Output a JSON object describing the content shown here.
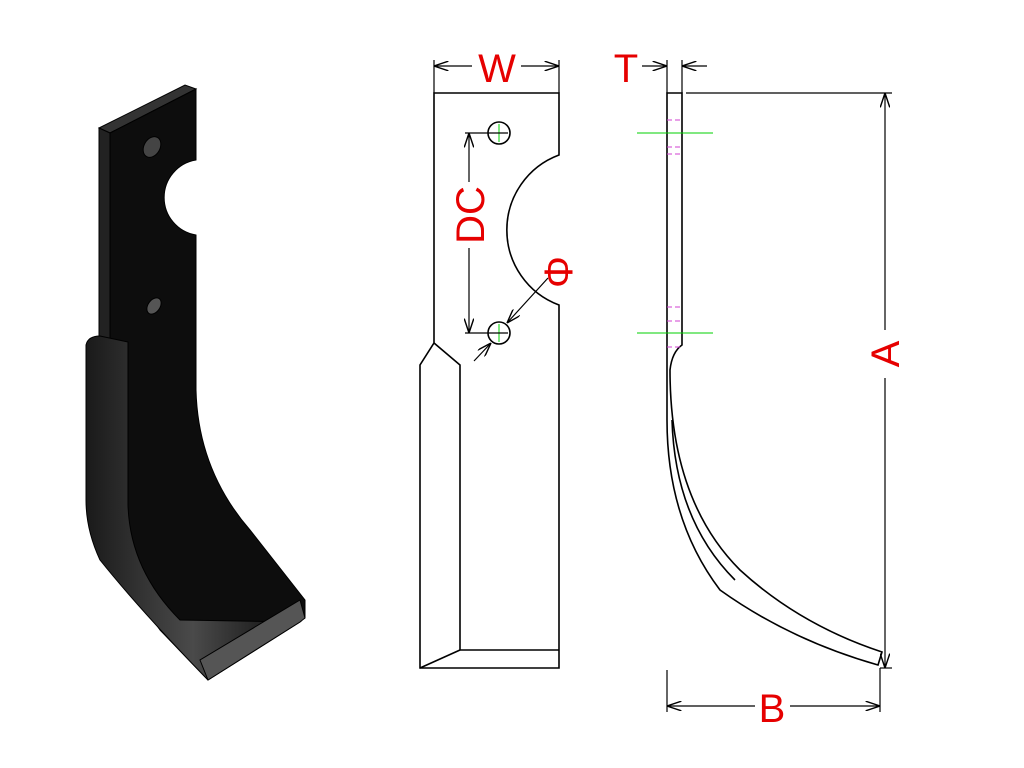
{
  "labels": {
    "width": "W",
    "thickness": "T",
    "hole_distance": "DC",
    "hole_diameter": "Φ",
    "height": "A",
    "bend": "B"
  },
  "colors": {
    "dimension_text": "#e60000",
    "center_line": "#00d000",
    "hidden_line": "#d040d0",
    "blade": "#111111"
  }
}
